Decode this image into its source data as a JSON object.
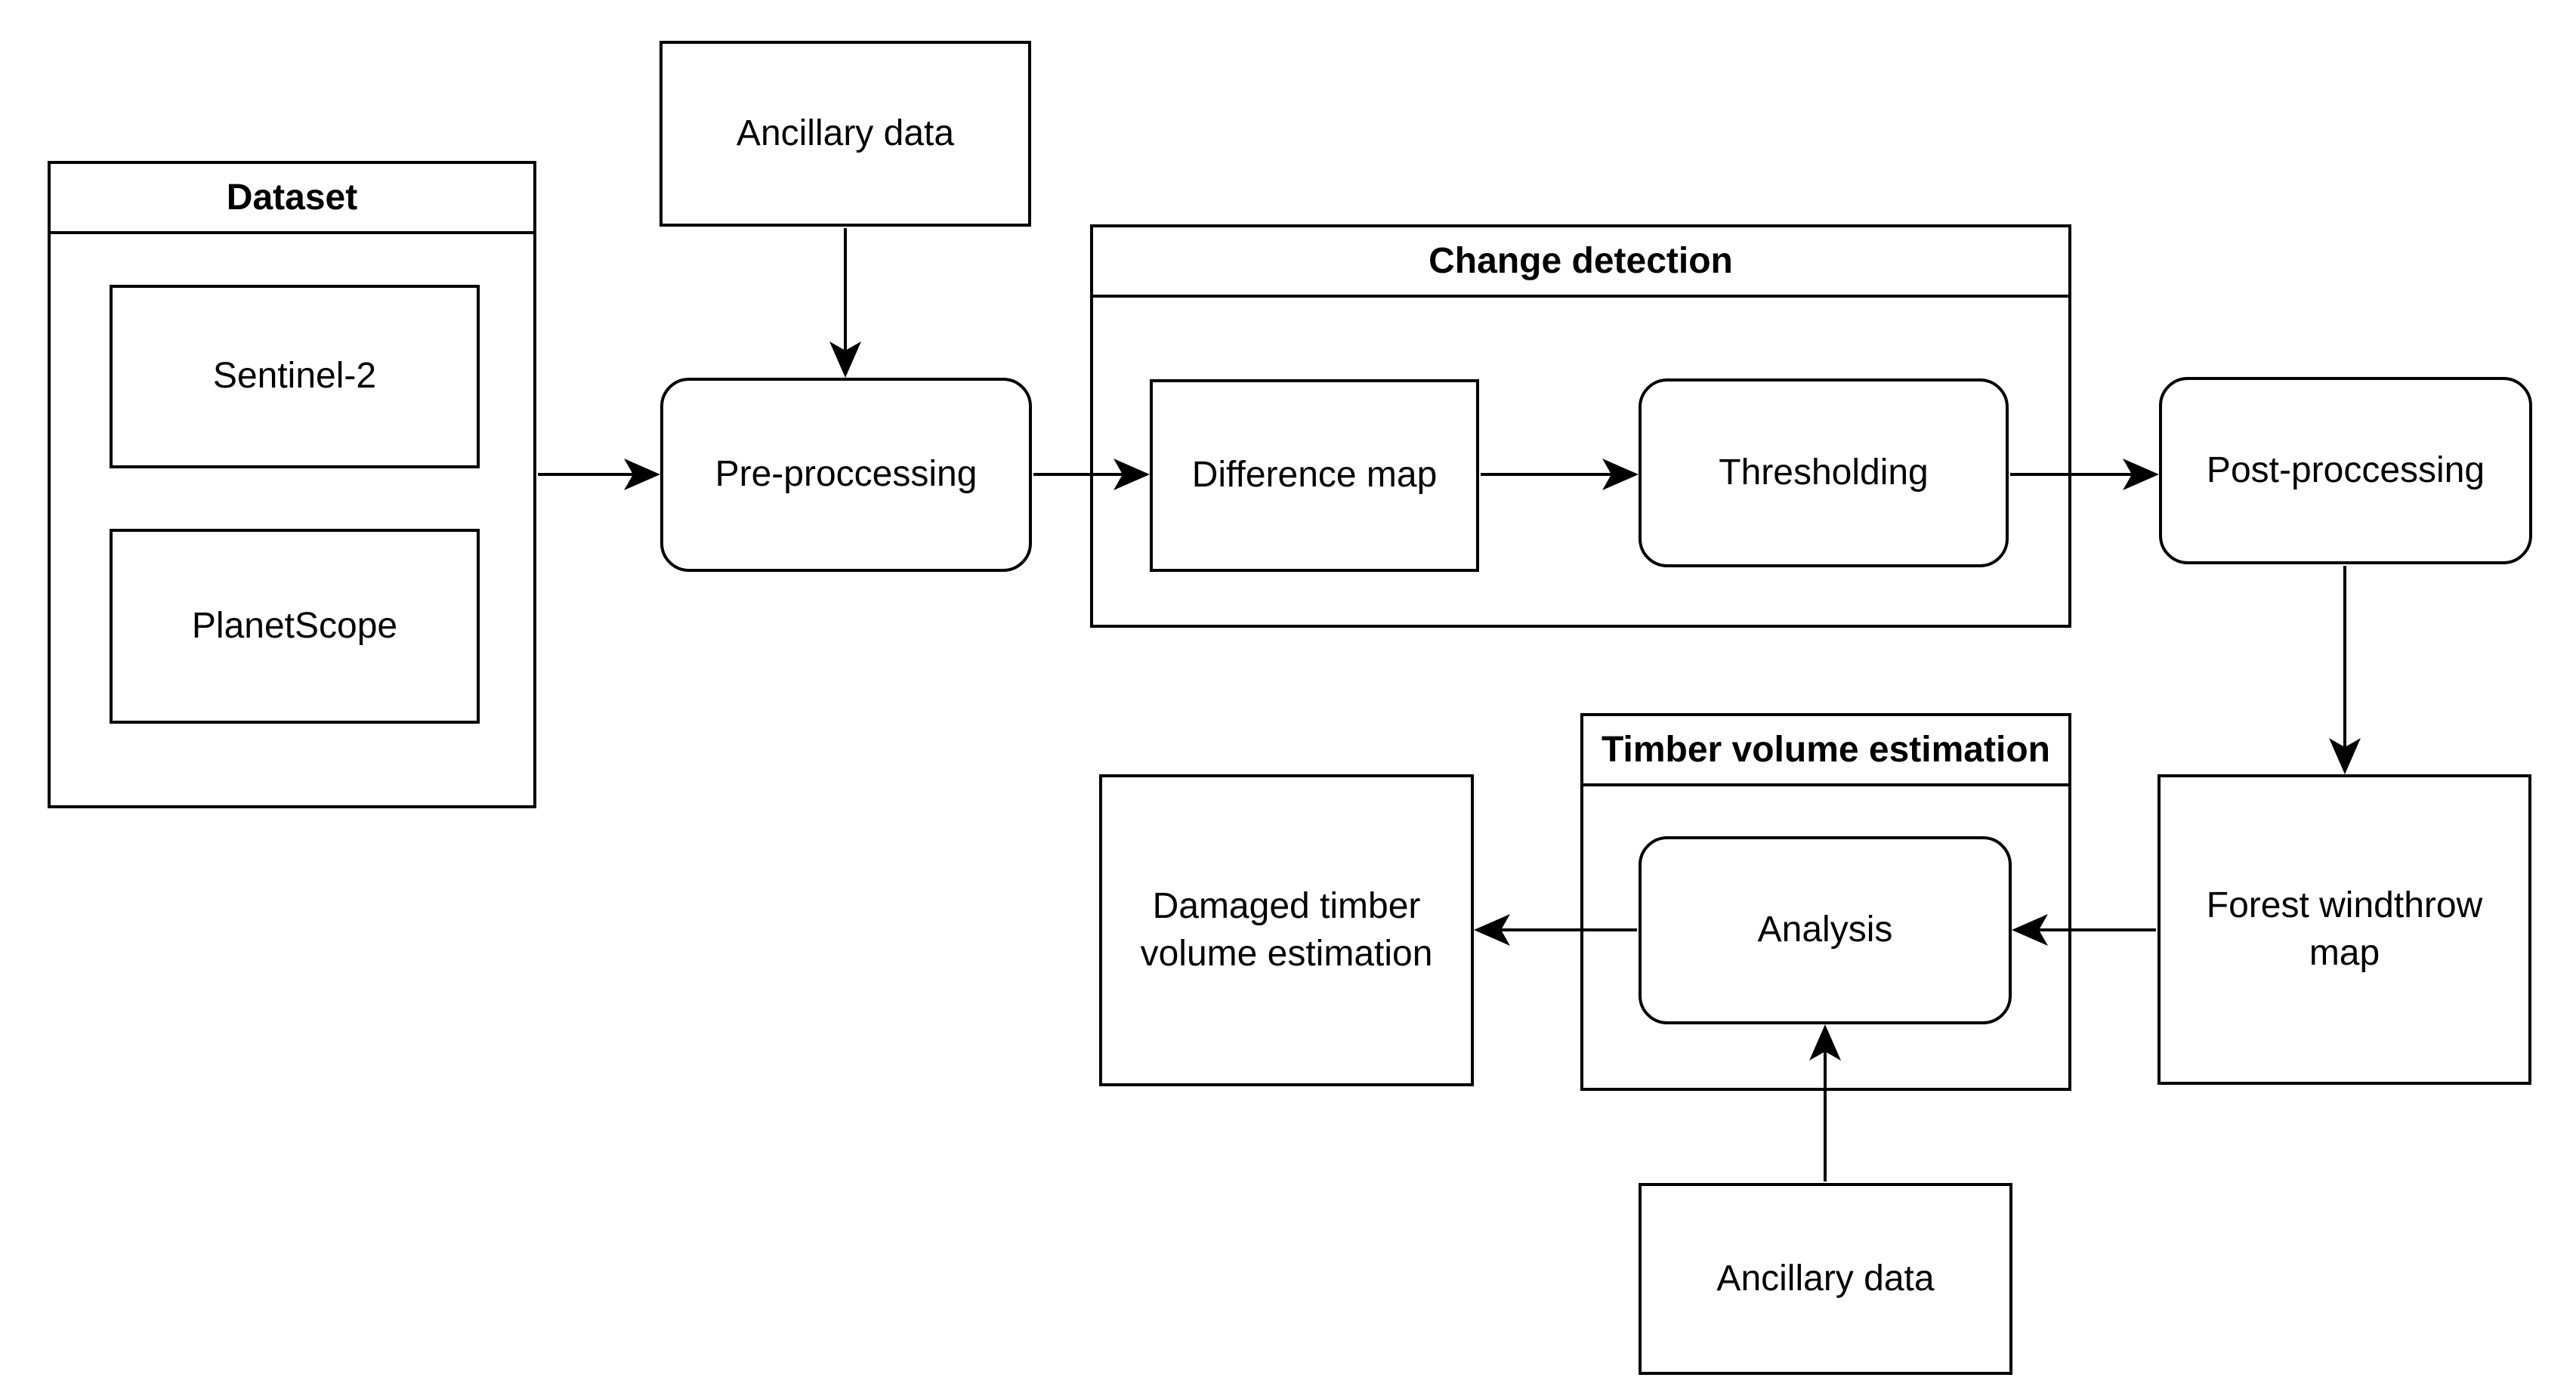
{
  "colors": {
    "stroke": "#000000",
    "fill": "#ffffff"
  },
  "containers": {
    "dataset": {
      "label": "Dataset"
    },
    "change_detection": {
      "label": "Change detection"
    },
    "timber_volume": {
      "label": "Timber volume estimation"
    }
  },
  "nodes": {
    "sentinel2": {
      "label": "Sentinel-2",
      "shape": "rectangle"
    },
    "planetscope": {
      "label": "PlanetScope",
      "shape": "rectangle"
    },
    "ancillary_top": {
      "label": "Ancillary data",
      "shape": "rectangle"
    },
    "preprocessing": {
      "label": "Pre-proccessing",
      "shape": "rounded"
    },
    "difference_map": {
      "label": "Difference map",
      "shape": "rectangle"
    },
    "thresholding": {
      "label": "Thresholding",
      "shape": "rounded"
    },
    "postprocessing": {
      "label": "Post-proccessing",
      "shape": "rounded"
    },
    "forest_windthrow_map": {
      "label": "Forest windthrow map",
      "shape": "rectangle"
    },
    "analysis": {
      "label": "Analysis",
      "shape": "rounded"
    },
    "damaged_timber": {
      "label": "Damaged timber volume estimation",
      "shape": "rectangle"
    },
    "ancillary_bottom": {
      "label": "Ancillary data",
      "shape": "rectangle"
    }
  },
  "edges": [
    {
      "from": "dataset",
      "to": "preprocessing",
      "direction": "right"
    },
    {
      "from": "ancillary_top",
      "to": "preprocessing",
      "direction": "down"
    },
    {
      "from": "preprocessing",
      "to": "difference_map",
      "direction": "right"
    },
    {
      "from": "difference_map",
      "to": "thresholding",
      "direction": "right"
    },
    {
      "from": "thresholding",
      "to": "postprocessing",
      "direction": "right"
    },
    {
      "from": "postprocessing",
      "to": "forest_windthrow_map",
      "direction": "down"
    },
    {
      "from": "forest_windthrow_map",
      "to": "analysis",
      "direction": "left"
    },
    {
      "from": "analysis",
      "to": "damaged_timber",
      "direction": "left"
    },
    {
      "from": "ancillary_bottom",
      "to": "analysis",
      "direction": "up"
    }
  ]
}
